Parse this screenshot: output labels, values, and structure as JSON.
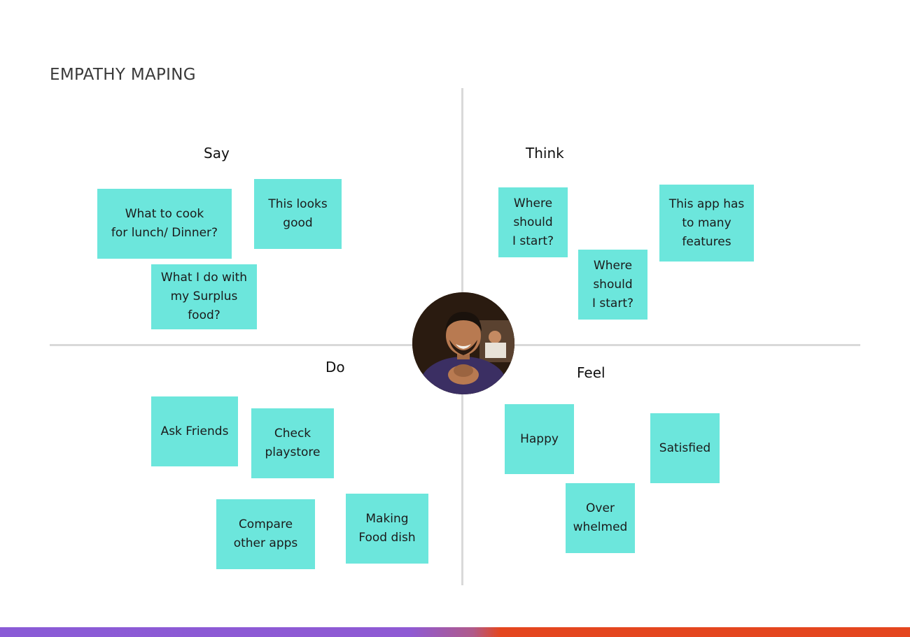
{
  "title": "EMPATHY MAPING",
  "quadrants": {
    "say": {
      "label": "Say",
      "notes": [
        "What to cook\nfor lunch/ Dinner?",
        "This looks\ngood",
        "What I do with\nmy Surplus\nfood?"
      ]
    },
    "think": {
      "label": "Think",
      "notes": [
        "Where\nshould\nI start?",
        "This app has\nto many\nfeatures",
        "Where\nshould\nI start?"
      ]
    },
    "do": {
      "label": "Do",
      "notes": [
        "Ask Friends",
        "Check\nplaystore",
        "Compare\nother apps",
        "Making\nFood dish"
      ]
    },
    "feel": {
      "label": "Feel",
      "notes": [
        "Happy",
        "Satisfied",
        "Over\nwhelmed"
      ]
    }
  },
  "colors": {
    "sticky_note": "#6ce6dc",
    "divider": "#d9d9d9",
    "bar_purple": "#8a5bd6",
    "bar_orange": "#e4461f"
  },
  "avatar": {
    "icon": "user-photo-icon"
  }
}
